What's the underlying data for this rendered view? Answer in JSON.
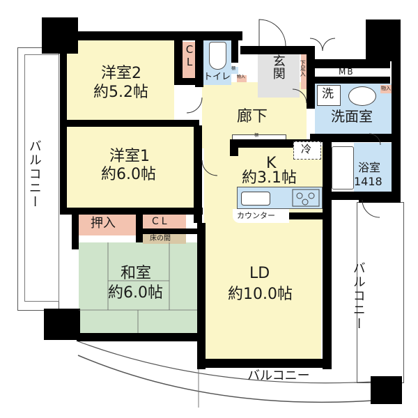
{
  "floor_plan": {
    "rooms": {
      "western_room_2": {
        "name": "洋室2",
        "size": "約5.2帖"
      },
      "western_room_1": {
        "name": "洋室1",
        "size": "約6.0帖"
      },
      "japanese_room": {
        "name": "和室",
        "size": "約6.0帖"
      },
      "kitchen": {
        "name": "K",
        "size": "約3.1帖"
      },
      "living_dining": {
        "name": "LD",
        "size": "約10.0帖"
      },
      "hallway": {
        "name": "廊下"
      },
      "entrance": {
        "name": "玄関"
      },
      "toilet": {
        "name": "トイレ"
      },
      "washroom": {
        "name": "洗面室"
      },
      "bathroom": {
        "name": "浴室",
        "size": "1418"
      }
    },
    "storage": {
      "closet_room2": "CL",
      "closet_room1": "CL",
      "oshiire": "押入",
      "tokonoma": "床の間",
      "shoe_cabinet": "下足入",
      "storage_toilet": "物入",
      "storage_washroom": "物入",
      "shelf_toilet": "棚",
      "shelf_kitchen": "棚",
      "meter_box": "MB"
    },
    "fixtures": {
      "washing_machine": "洗",
      "refrigerator": "冷",
      "counter": "カウンター"
    },
    "balconies": {
      "west": "バルコニー",
      "east": "バルコニー",
      "south": "バルコニー"
    },
    "colors": {
      "wall": "#000000",
      "western_floor": "#fbf6c8",
      "wet_area": "#c9e2f4",
      "tatami": "#cfe4cb",
      "storage": "#f3c3b0",
      "entrance": "#e2e2e2",
      "tokonoma": "#d9c8a6"
    }
  }
}
